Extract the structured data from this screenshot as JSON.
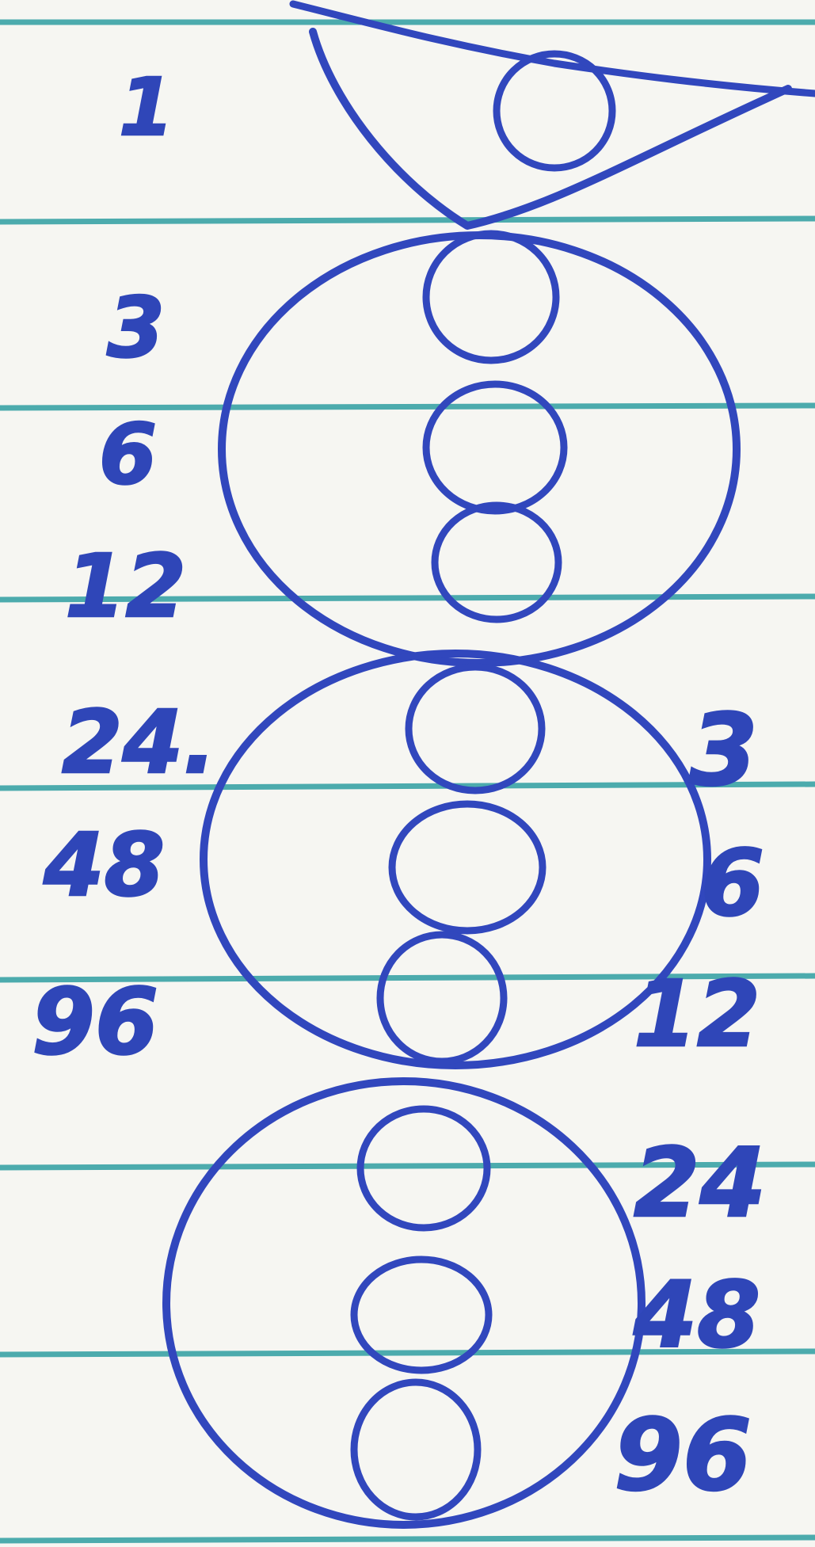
{
  "left_labels": [
    "1",
    "3",
    "6",
    "12",
    "24.",
    "48",
    "96"
  ],
  "right_labels": [
    "3",
    "6",
    "12",
    "24",
    "48",
    "96"
  ],
  "colors": {
    "paper": "#f6f6f2",
    "ruled_line": "#3aa3a6",
    "ink": "#3147bd"
  }
}
